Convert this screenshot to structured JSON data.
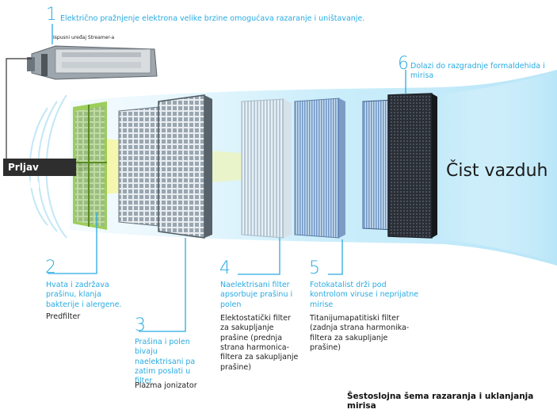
{
  "top": {
    "number": "1",
    "text": "Električno pražnjenje elektrona velike brzine omogućava razaranje i uništavanje.",
    "device_label": "Ispusni uređaj Streamer-a"
  },
  "right_top": {
    "number": "6",
    "text": "Dolazi do razgradnje formaldehida i mirisa"
  },
  "dirty_air": "Prljav vazduh",
  "clean_air": "Čist vazduh",
  "steps": [
    {
      "number": "2",
      "description": "Hvata i zadržava prašinu, klanja bakterije i alergene.",
      "name": "Predfilter"
    },
    {
      "number": "3",
      "description": "Prašina i polen bivaju naelektrisani pa zatim poslati u filter",
      "name": "Plazma jonizator"
    },
    {
      "number": "4",
      "description": "Naelektrisani filter apsorbuje prašinu i polen",
      "name": "Elektostatički filter za sakupljanje prašine (prednja strana harmonica-filtera za sakupljanje prašine)"
    },
    {
      "number": "5",
      "description": "Fotokatalist drži pod kontrolom viruse i neprijatne mirise",
      "name": "Titanijumapatitiski filter (zadnja strana harmonika-filtera za sakupljanje prašine)"
    }
  ],
  "caption": "Šestoslojna šema razaranja i uklanjanja mirisa",
  "colors": {
    "accent": "#29abe2",
    "airflow": "#cfeefb",
    "prefilter_green": "#8dc63f",
    "beam_yellow": "#f3f39b"
  }
}
